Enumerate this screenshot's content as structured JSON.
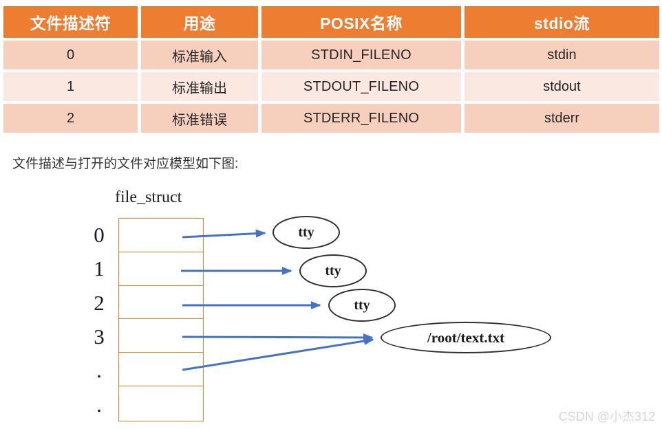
{
  "colors": {
    "accent_orange": "#ED7D31",
    "band_dark": "#F6CFBD",
    "band_light": "#FBE8E0",
    "arrow_blue": "#4472C4",
    "node_stroke": "#2f2f2f",
    "watermark_gray": "#d6d6d6"
  },
  "table": {
    "headers": [
      "文件描述符",
      "用途",
      "POSIX名称",
      "stdio流"
    ],
    "rows": [
      [
        "0",
        "标准输入",
        "STDIN_FILENO",
        "stdin"
      ],
      [
        "1",
        "标准输出",
        "STDOUT_FILENO",
        "stdout"
      ],
      [
        "2",
        "标准错误",
        "STDERR_FILENO",
        "stderr"
      ]
    ]
  },
  "caption": {
    "text": "文件描述与打开的文件对应模型如下图:"
  },
  "diagram": {
    "array_label": "file_struct",
    "row_labels": [
      "0",
      "1",
      "2",
      "3",
      ".",
      "."
    ],
    "nodes": [
      {
        "label": "tty"
      },
      {
        "label": "tty"
      },
      {
        "label": "tty"
      },
      {
        "label": "/root/text.txt"
      }
    ]
  },
  "watermark": {
    "text": "CSDN @小杰312"
  }
}
